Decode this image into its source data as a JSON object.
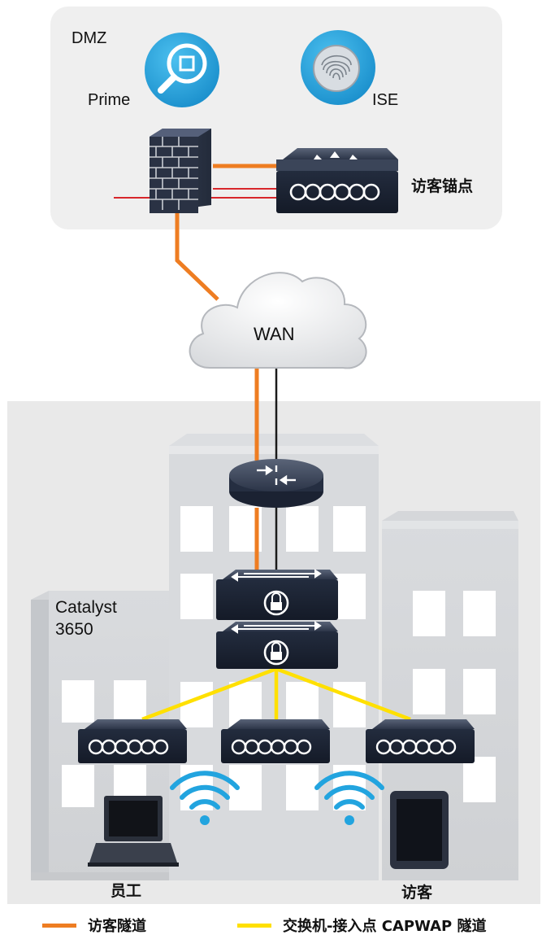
{
  "labels": {
    "dmz": "DMZ",
    "prime": "Prime",
    "ise": "ISE",
    "guest_anchor": "访客锚点",
    "wan": "WAN",
    "catalyst_line1": "Catalyst",
    "catalyst_line2": "3650",
    "employee": "员工",
    "guest": "访客"
  },
  "legend": [
    {
      "label": "访客隧道",
      "color": "#ee7d22"
    },
    {
      "label": "交换机-接入点 CAPWAP 隧道",
      "color": "#ffe000"
    }
  ],
  "colors": {
    "guest_tunnel": "#ee7d22",
    "capwap_tunnel": "#ffe000",
    "dmz_background": "#efefef",
    "building_background": "#e9e9e9",
    "device_dark": "#1f2a3d",
    "icon_blue": "#2ba6df",
    "wifi_blue": "#22a4df"
  },
  "icons": [
    "magnifier-icon",
    "fingerprint-icon",
    "firewall-icon",
    "wireless-controller-icon",
    "cloud-icon",
    "router-icon",
    "switch-icon",
    "access-point-icon",
    "wifi-icon",
    "laptop-icon",
    "tablet-icon"
  ]
}
